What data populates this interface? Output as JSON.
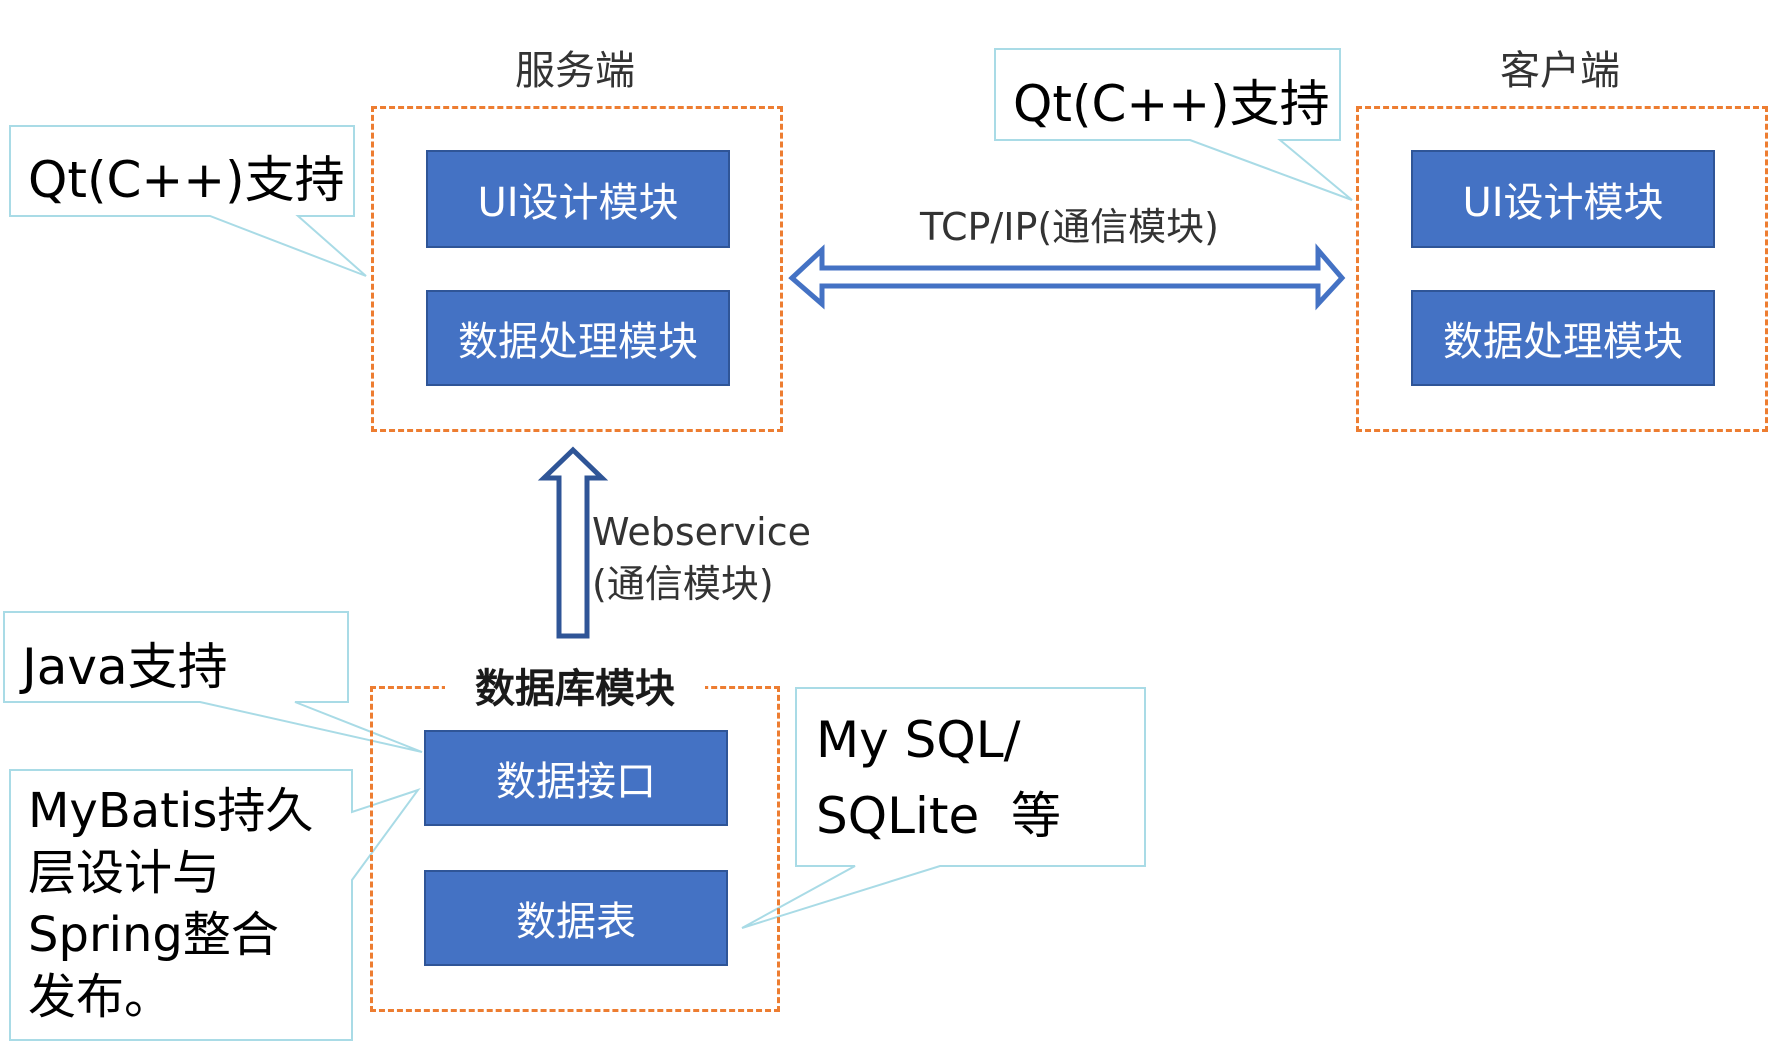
{
  "server": {
    "title": "服务端",
    "modules": [
      "UI设计模块",
      "数据处理模块"
    ],
    "callout": "Qt(C++)支持"
  },
  "client": {
    "title": "客户端",
    "modules": [
      "UI设计模块",
      "数据处理模块"
    ],
    "callout": "Qt(C++)支持"
  },
  "database": {
    "title": "数据库模块",
    "modules": [
      "数据接口",
      "数据表"
    ],
    "callout_java": "Java支持",
    "callout_mybatis": [
      "MyBatis持久",
      "层设计与",
      "Spring整合",
      "发布。"
    ],
    "callout_db": [
      "My SQL/",
      "SQLite  等"
    ]
  },
  "connections": {
    "tcp": "TCP/IP(通信模块)",
    "webservice": [
      "Webservice",
      "(通信模块)"
    ]
  },
  "colors": {
    "module_fill": "#4472c4",
    "dashed_border": "#ed7d31",
    "arrow": "#4472c4",
    "callout_border": "#a9dbe6"
  }
}
